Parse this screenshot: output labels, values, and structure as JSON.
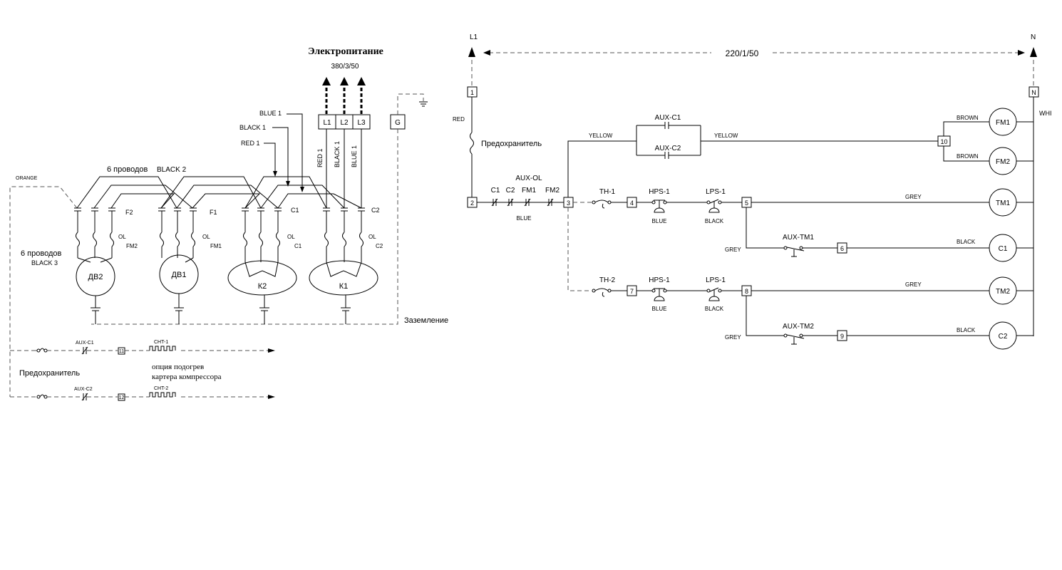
{
  "power": {
    "title": "Электропитание",
    "three_phase": "380/3/50",
    "single_phase": "220/1/50",
    "terminals": [
      "L1",
      "L2",
      "L3",
      "G"
    ],
    "left_label": "L1",
    "right_label": "N",
    "left_box": "1",
    "right_box": "N"
  },
  "left": {
    "wire_labels": {
      "blue1": "BLUE 1",
      "black1": "BLACK 1",
      "red1": "RED 1",
      "red1_v": "RED 1",
      "black1_v": "BLACK 1",
      "blue1_v": "BLUE 1",
      "orange": "ORANGE",
      "six_wires_top": "6 проводов",
      "black2": "BLACK 2",
      "six_wires_left": "6 проводов",
      "black3": "BLACK 3"
    },
    "contactors": [
      "F2",
      "F1",
      "C1",
      "C2"
    ],
    "ol_labels": [
      {
        "ol": "OL",
        "dev": "FM2"
      },
      {
        "ol": "OL",
        "dev": "FM1"
      },
      {
        "ol": "OL",
        "dev": "C1"
      },
      {
        "ol": "OL",
        "dev": "C2"
      }
    ],
    "motors": [
      "ДВ2",
      "ДВ1"
    ],
    "compressors": [
      "К2",
      "К1"
    ],
    "ground_label": "Заземление",
    "fuse_label": "Предохранитель",
    "heater_note_1": "опция подогрев",
    "heater_note_2": "картера компрессора",
    "heaters": [
      {
        "aux": "AUX-C1",
        "box": "11",
        "cht": "CHT-1"
      },
      {
        "aux": "AUX-C2",
        "box": "12",
        "cht": "CHT-2"
      }
    ]
  },
  "right": {
    "red": "RED",
    "fuse": "Предохранитель",
    "yellow_a": "YELLOW",
    "yellow_b": "YELLOW",
    "aux_c1": "AUX-C1",
    "aux_c2": "AUX-C2",
    "brown_a": "BROWN",
    "brown_b": "BROWN",
    "whi": "WHI",
    "aux_ol": "AUX-OL",
    "chain": [
      "C1",
      "C2",
      "FM1",
      "FM2"
    ],
    "blue": "BLUE",
    "th1": "TH-1",
    "th2": "TH-2",
    "hps1a": "HPS-1",
    "hps1b": "HPS-1",
    "lps1a": "LPS-1",
    "lps1b": "LPS-1",
    "blue_a": "BLUE",
    "blue_b": "BLUE",
    "black_a": "BLACK",
    "black_b": "BLACK",
    "grey_a": "GREY",
    "grey_b": "GREY",
    "grey_c": "GREY",
    "grey_d": "GREY",
    "black_c": "BLACK",
    "black_d": "BLACK",
    "aux_tm1": "AUX-TM1",
    "aux_tm2": "AUX-TM2",
    "boxes": [
      "2",
      "3",
      "4",
      "5",
      "6",
      "7",
      "8",
      "9",
      "10"
    ],
    "loads": [
      "FM1",
      "FM2",
      "TM1",
      "C1",
      "TM2",
      "C2"
    ]
  }
}
